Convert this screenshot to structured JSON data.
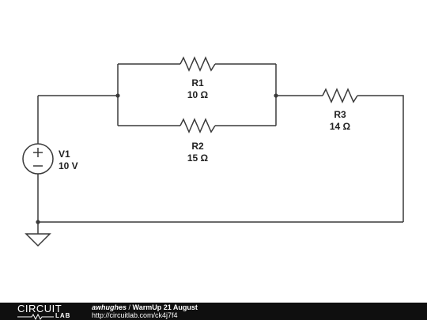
{
  "components": {
    "r1": {
      "name": "R1",
      "value": "10 Ω"
    },
    "r2": {
      "name": "R2",
      "value": "15 Ω"
    },
    "r3": {
      "name": "R3",
      "value": "14 Ω"
    },
    "v1": {
      "name": "V1",
      "value": "10 V"
    }
  },
  "footer": {
    "logo_top": "CIRCUIT",
    "logo_bottom": "LAB",
    "user": "awhughes",
    "separator": " / ",
    "title": "WarmUp 21 August",
    "url": "http://circuitlab.com/ck4j7f4"
  },
  "colors": {
    "wire": "#3a3a3a",
    "footer_bg": "#0f0f0f",
    "footer_text": "#ffffff"
  }
}
